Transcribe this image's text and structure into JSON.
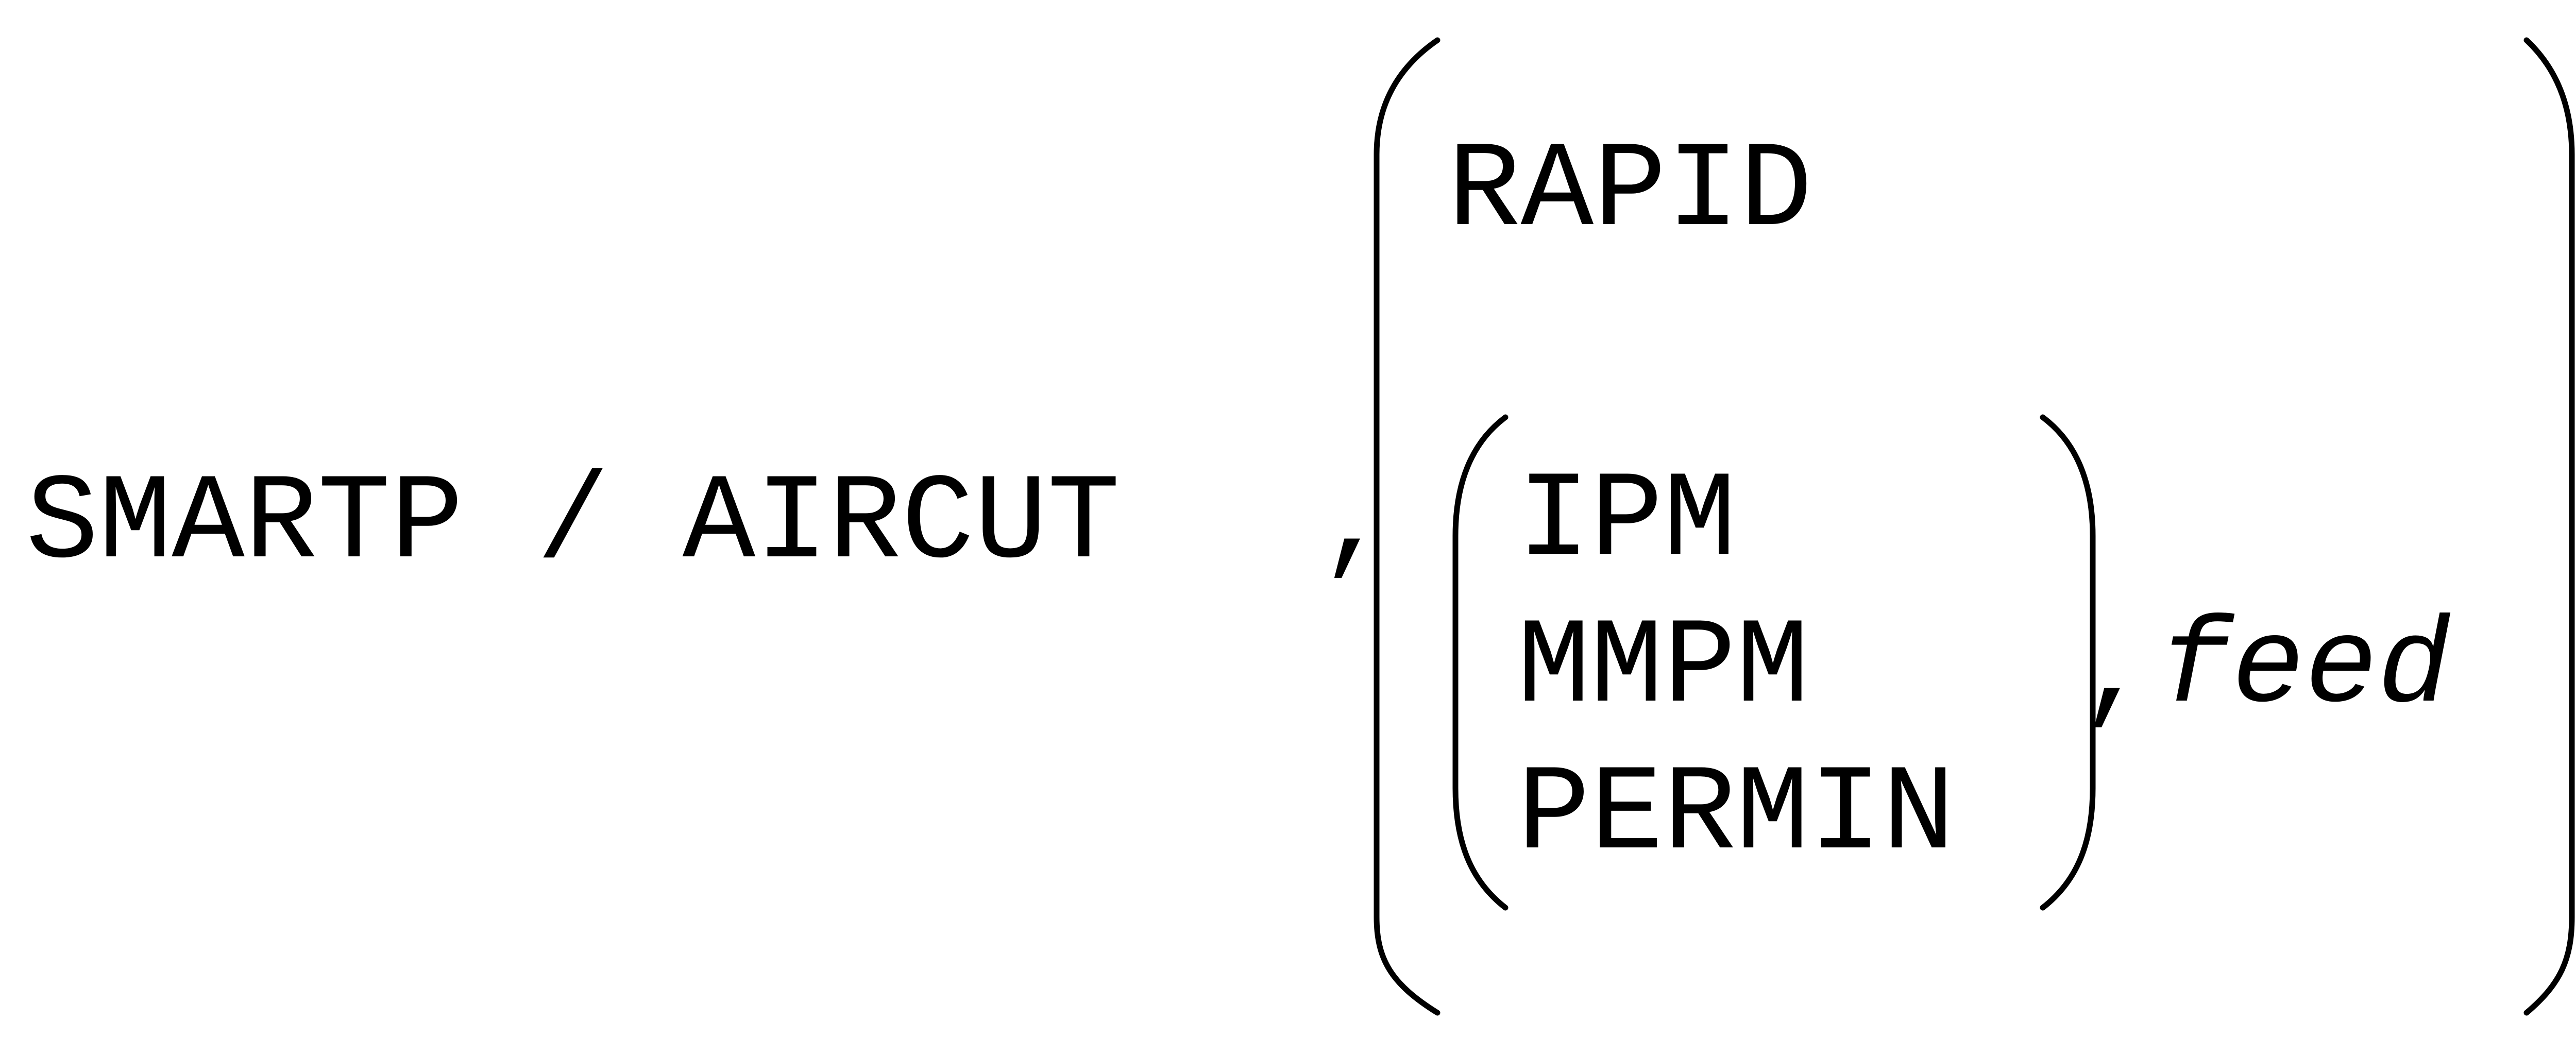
{
  "syntax": {
    "command": "SMARTP / AIRCUT",
    "comma_1": ",",
    "option_rapid": "RAPID",
    "feed_units": [
      "IPM",
      "MMPM",
      "PERMIN"
    ],
    "comma_2": ",",
    "feed_param": "feed"
  },
  "colors": {
    "text": "#000000",
    "background": "#ffffff"
  }
}
